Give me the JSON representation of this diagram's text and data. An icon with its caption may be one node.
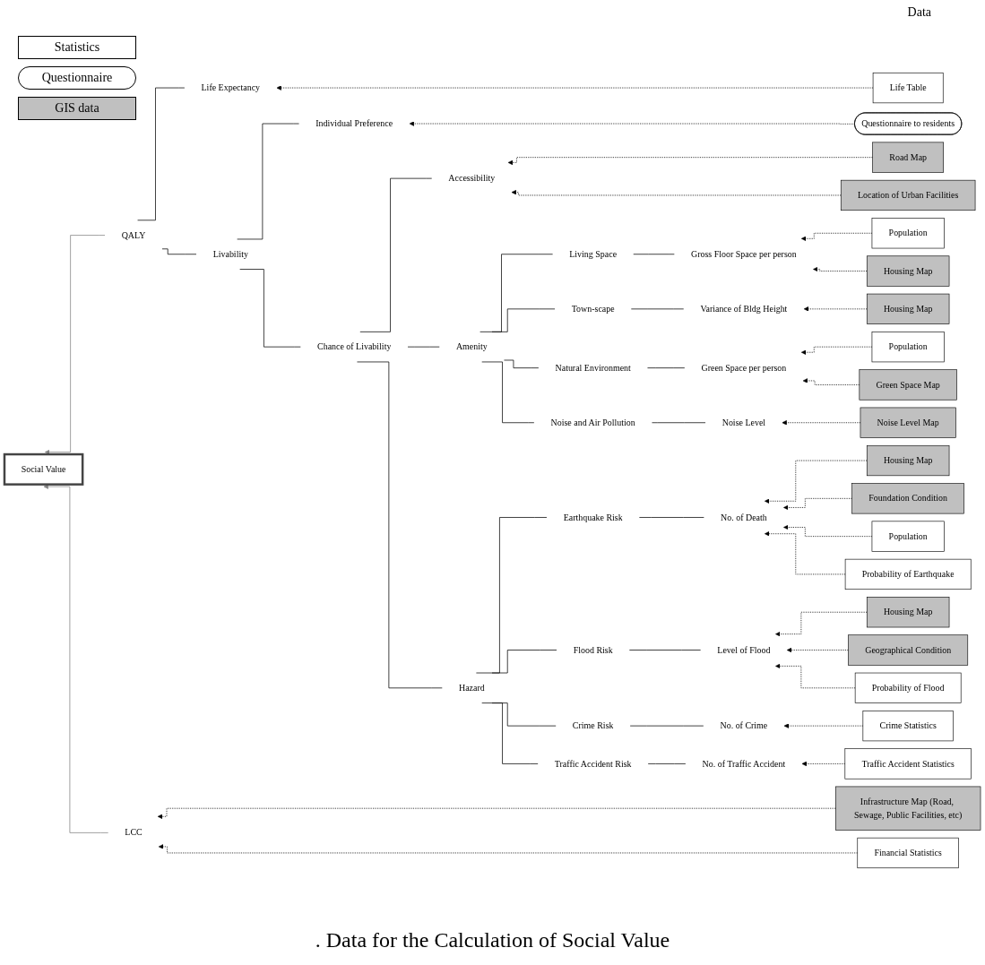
{
  "diagram": {
    "caption": ". Data for the Calculation of Social Value",
    "nodes": [
      {
        "text": [
          "QALY"
        ]
      },
      {
        "text": [
          "Life Expectancy"
        ]
      },
      {
        "text": [
          "Livability"
        ]
      },
      {
        "text": [
          "Individual Preference"
        ]
      },
      {
        "text": [
          "Chance of Livability"
        ]
      },
      {
        "text": [
          "Accessibility"
        ]
      },
      {
        "text": [
          "Amenity"
        ]
      },
      {
        "text": [
          "Living Space"
        ]
      },
      {
        "text": [
          "Gross Floor Space per person"
        ]
      },
      {
        "text": [
          "Town-scape"
        ]
      },
      {
        "text": [
          "Variance of Bldg Height"
        ]
      },
      {
        "text": [
          "Natural Environment"
        ]
      },
      {
        "text": [
          "Green Space per person"
        ]
      },
      {
        "text": [
          "Noise and Air Pollution"
        ]
      },
      {
        "text": [
          "Noise Level"
        ]
      },
      {
        "text": [
          "Hazard"
        ]
      },
      {
        "text": [
          "Earthquake Risk"
        ]
      },
      {
        "text": [
          "No. of Death"
        ]
      },
      {
        "text": [
          "Flood Risk"
        ]
      },
      {
        "text": [
          "Level of Flood"
        ]
      },
      {
        "text": [
          "Crime Risk"
        ]
      },
      {
        "text": [
          "No. of Crime"
        ]
      },
      {
        "text": [
          "Traffic Accident Risk"
        ]
      },
      {
        "text": [
          "No. of Traffic Accident"
        ]
      },
      {
        "text": [
          "Social Value"
        ]
      },
      {
        "text": [
          "LCC"
        ]
      },
      {
        "text": [
          "Life Table"
        ]
      },
      {
        "text": [
          "Questionnaire to residents"
        ]
      },
      {
        "text": [
          "Road Map"
        ]
      },
      {
        "text": [
          "Location of Urban Facilities"
        ]
      },
      {
        "text": [
          "Population"
        ]
      },
      {
        "text": [
          "Housing Map"
        ]
      },
      {
        "text": [
          "Housing Map"
        ]
      },
      {
        "text": [
          "Population"
        ]
      },
      {
        "text": [
          "Green Space Map"
        ]
      },
      {
        "text": [
          "Noise Level Map"
        ]
      },
      {
        "text": [
          "Housing Map"
        ]
      },
      {
        "text": [
          "Foundation Condition"
        ]
      },
      {
        "text": [
          "Population"
        ]
      },
      {
        "text": [
          "Probability of Earthquake"
        ]
      },
      {
        "text": [
          "Housing Map"
        ]
      },
      {
        "text": [
          "Geographical Condition"
        ]
      },
      {
        "text": [
          "Probability of Flood"
        ]
      },
      {
        "text": [
          "Crime Statistics"
        ]
      },
      {
        "text": [
          "Traffic Accident Statistics"
        ]
      },
      {
        "text": [
          "Infrastructure Map (Road, Sewage, Public Facilities, etc)"
        ]
      },
      {
        "text": [
          "Financial Statistics"
        ]
      }
    ],
    "edges": [
      {
        "from": 0,
        "to": 1,
        "arrow": "none"
      },
      {
        "from": 0,
        "to": 2,
        "arrow": "none"
      },
      {
        "from": 2,
        "to": 3,
        "arrow": "none"
      },
      {
        "from": 2,
        "to": 4,
        "arrow": "none"
      },
      {
        "from": 4,
        "to": 5,
        "arrow": "none"
      },
      {
        "from": 4,
        "to": 6,
        "arrow": "none"
      },
      {
        "from": 4,
        "to": 15,
        "arrow": "none"
      },
      {
        "from": 6,
        "to": 7,
        "arrow": "none"
      },
      {
        "from": 6,
        "to": 9,
        "arrow": "none"
      },
      {
        "from": 6,
        "to": 11,
        "arrow": "none"
      },
      {
        "from": 6,
        "to": 13,
        "arrow": "none"
      },
      {
        "from": 7,
        "to": 8,
        "arrow": "none"
      },
      {
        "from": 9,
        "to": 10,
        "arrow": "none"
      },
      {
        "from": 11,
        "to": 12,
        "arrow": "none"
      },
      {
        "from": 13,
        "to": 14,
        "arrow": "none"
      },
      {
        "from": 15,
        "to": 16,
        "arrow": "none"
      },
      {
        "from": 15,
        "to": 18,
        "arrow": "none"
      },
      {
        "from": 15,
        "to": 20,
        "arrow": "none"
      },
      {
        "from": 15,
        "to": 22,
        "arrow": "none"
      },
      {
        "from": 16,
        "to": 17,
        "arrow": "none"
      },
      {
        "from": 18,
        "to": 19,
        "arrow": "none"
      },
      {
        "from": 20,
        "to": 21,
        "arrow": "none"
      },
      {
        "from": 22,
        "to": 23,
        "arrow": "none"
      },
      {
        "from": 26,
        "to": 1,
        "arrow": "to",
        "style": "dashed"
      },
      {
        "from": 27,
        "to": 3,
        "arrow": "to",
        "style": "dashed"
      },
      {
        "from": 28,
        "to": 5,
        "arrow": "to",
        "style": "dashed"
      },
      {
        "from": 29,
        "to": 5,
        "arrow": "to",
        "style": "dashed"
      },
      {
        "from": 30,
        "to": 8,
        "arrow": "to",
        "style": "dashed"
      },
      {
        "from": 31,
        "to": 8,
        "arrow": "to",
        "style": "dashed"
      },
      {
        "from": 32,
        "to": 10,
        "arrow": "to",
        "style": "dashed"
      },
      {
        "from": 33,
        "to": 12,
        "arrow": "to",
        "style": "dashed"
      },
      {
        "from": 34,
        "to": 12,
        "arrow": "to",
        "style": "dashed"
      },
      {
        "from": 35,
        "to": 14,
        "arrow": "to",
        "style": "dashed"
      },
      {
        "from": 36,
        "to": 17,
        "arrow": "to",
        "style": "dashed"
      },
      {
        "from": 37,
        "to": 17,
        "arrow": "to",
        "style": "dashed"
      },
      {
        "from": 38,
        "to": 17,
        "arrow": "to",
        "style": "dashed"
      },
      {
        "from": 39,
        "to": 17,
        "arrow": "to",
        "style": "dashed"
      },
      {
        "from": 40,
        "to": 19,
        "arrow": "to",
        "style": "dashed"
      },
      {
        "from": 41,
        "to": 19,
        "arrow": "to",
        "style": "dashed"
      },
      {
        "from": 42,
        "to": 19,
        "arrow": "to",
        "style": "dashed"
      },
      {
        "from": 43,
        "to": 21,
        "arrow": "to",
        "style": "dashed"
      },
      {
        "from": 44,
        "to": 23,
        "arrow": "to",
        "style": "dashed"
      },
      {
        "from": 45,
        "to": 25,
        "arrow": "to",
        "style": "dashed"
      },
      {
        "from": 46,
        "to": 25,
        "arrow": "to",
        "style": "dashed"
      },
      {
        "from": 0,
        "to": 24,
        "arrow": "to",
        "color": "#808080"
      },
      {
        "from": 25,
        "to": 24,
        "arrow": "to",
        "color": "#808080"
      }
    ],
    "labels": [
      "Data"
    ],
    "legend": [
      {
        "text": "Statistics",
        "color": "#ffffff"
      },
      {
        "text": "Questionnaire"
      },
      {
        "text": "GIS data",
        "color": "#c0c0c0"
      }
    ]
  }
}
